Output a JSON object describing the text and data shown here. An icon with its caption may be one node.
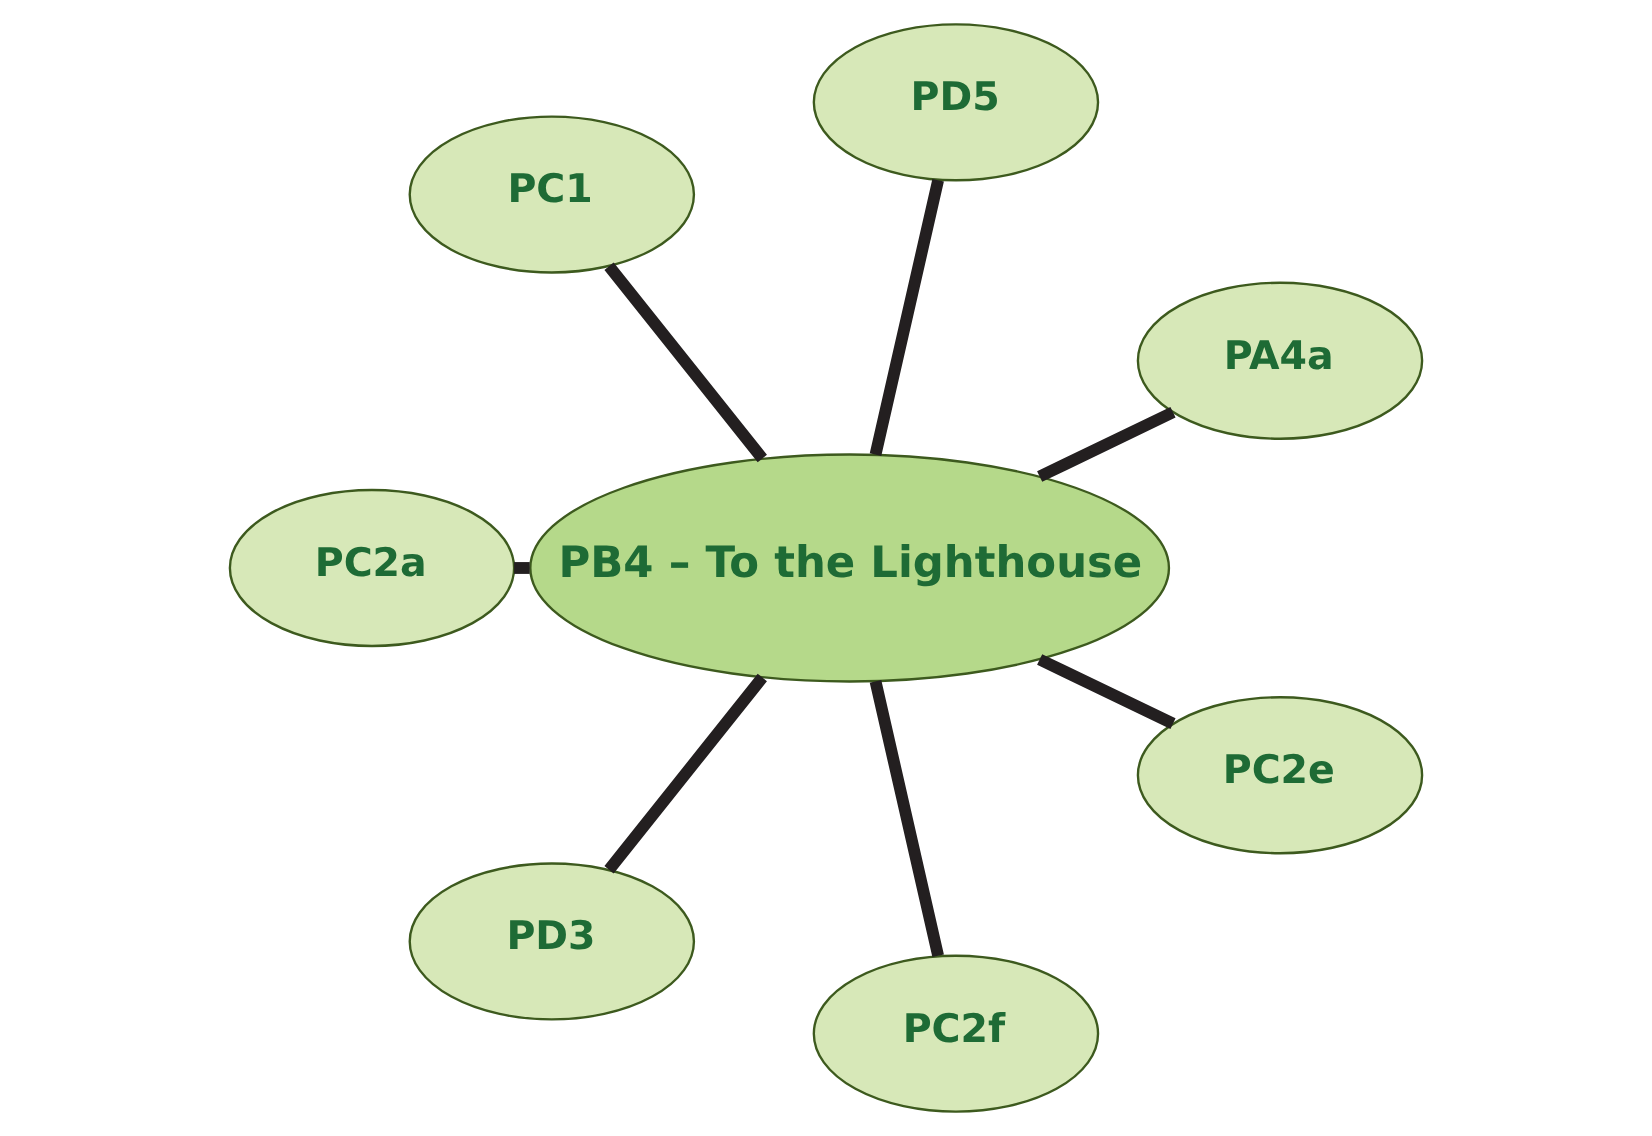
{
  "diagram": {
    "nodes": [
      {
        "text": [
          "PA4a"
        ]
      },
      {
        "text": [
          "PD5"
        ]
      },
      {
        "text": [
          "PC1"
        ]
      },
      {
        "text": [
          "PB4 – To the Lighthouse"
        ]
      },
      {
        "text": [
          "PC2a"
        ]
      },
      {
        "text": [
          "PD3"
        ]
      },
      {
        "text": [
          "PC2f"
        ]
      },
      {
        "text": [
          "PC2e"
        ]
      }
    ],
    "edges": [
      {
        "from": 3,
        "to": 0,
        "arrow": "none"
      },
      {
        "from": 3,
        "to": 1,
        "arrow": "none"
      },
      {
        "from": 3,
        "to": 2,
        "arrow": "none"
      },
      {
        "from": 3,
        "to": 4,
        "arrow": "none"
      },
      {
        "from": 3,
        "to": 5,
        "arrow": "none"
      },
      {
        "from": 3,
        "to": 6,
        "arrow": "none"
      },
      {
        "from": 3,
        "to": 7,
        "arrow": "none"
      }
    ]
  }
}
